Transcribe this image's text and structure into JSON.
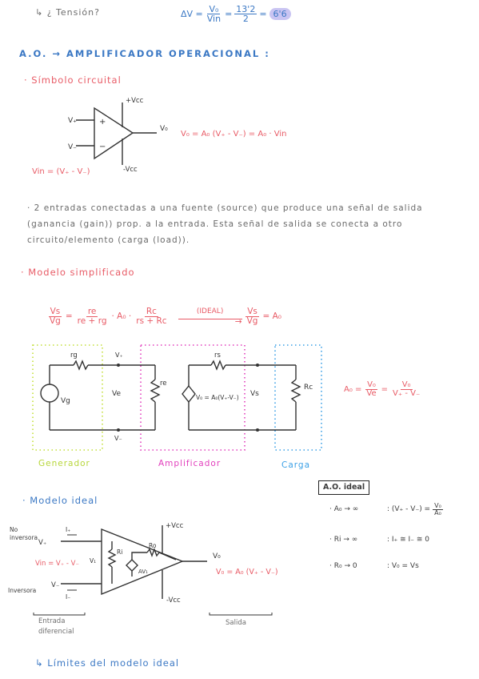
{
  "top": {
    "question": "↳ ¿ Tensión?",
    "eq_lhs": "ΔV =",
    "eq_frac1_num": "V₀",
    "eq_frac1_den": "Vin",
    "eq_eq1": "=",
    "eq_frac2_num": "13'2",
    "eq_frac2_den": "2",
    "eq_eq2": "=",
    "eq_result": "6'6"
  },
  "section_title": "A.O. → AMPLIFICADOR   OPERACIONAL :",
  "simbolo": {
    "heading": "· Símbolo circuital",
    "vcc_pos": "+Vcc",
    "vcc_neg": "-Vcc",
    "v_plus": "V₊",
    "v_minus": "V₋",
    "plus_sign": "+",
    "minus_sign": "−",
    "vo": "V₀",
    "formula": "V₀ = A₀ (V₊ - V₋) = A₀ · Vin",
    "vin_def": "Vin = (V₊ - V₋)"
  },
  "paragraph": "· 2 entradas conectadas a una fuente (source) que produce una señal de salida (ganancia (gain)) prop. a la entrada. Esta señal de salida se conecta a otro circuito/elemento (carga (load)).",
  "modelo_simplificado": {
    "heading": "· Modelo   simplificado",
    "f1_num": "Vs",
    "f1_den": "Vg",
    "eq1": "=",
    "f2_num": "re",
    "f2_den": "re + rg",
    "dot1": "· A₀ ·",
    "f3_num": "Rc",
    "f3_den": "rs + Rc",
    "ideal_label": "(IDEAL)",
    "arrow": "→",
    "f4_num": "Vs",
    "f4_den": "Vg",
    "eq4": "= A₀",
    "rg": "rg",
    "vg": "Vg",
    "vplus": "V₊",
    "vminus": "V₋",
    "ve": "Ve",
    "re": "re",
    "rs": "rs",
    "source_label": "V₀ = A₀(V₊-V₋)",
    "vs": "Vs",
    "rc": "Rc",
    "gen_label": "Generador",
    "amp_label": "Amplificador",
    "carga_label": "Carga",
    "right_lhs": "A₀ =",
    "right_f1_num": "V₀",
    "right_f1_den": "Ve",
    "right_eq": "=",
    "right_f2_num": "V₀",
    "right_f2_den": "V₊ - V₋"
  },
  "modelo_ideal": {
    "heading": "· Modelo ideal",
    "no_inversora": "No",
    "no_inversora2": "inversora",
    "inversora": "Inversora",
    "vplus": "V₊",
    "vminus": "V₋",
    "iplus": "I₊",
    "iminus": "I₋",
    "vin": "Vin = V₊ - V₋",
    "vcc_pos": "+Vcc",
    "vcc_neg": "-Vcc",
    "v1": "V₁",
    "ri": "Ri",
    "ro": "Ro",
    "avi": "AV₁",
    "vo": "V₀",
    "vo_formula": "V₀ = A₀ (V₊ - V₋)",
    "entrada_label": "Entrada",
    "entrada_label2": "diferencial",
    "salida_label": "Salida",
    "box_title": "A.O. ideal",
    "prop1_l": "· A₀ → ∞",
    "prop1_r": ": (V₊ - V₋) =",
    "prop1_frac_num": "V₀",
    "prop1_frac_den": "A₀",
    "prop2_l": "· Ri → ∞",
    "prop2_r": ": I₊ ≅ I₋ ≅ 0",
    "prop3_l": "· R₀ → 0",
    "prop3_r": ": V₀ = Vs"
  },
  "limites": "↳ Límites del modelo ideal"
}
